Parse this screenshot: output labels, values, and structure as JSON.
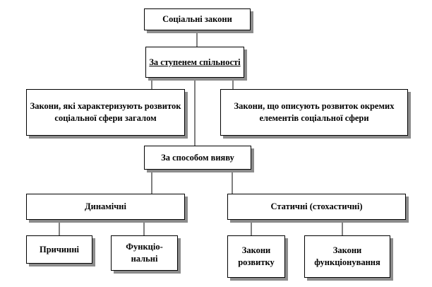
{
  "diagram": {
    "root": "Соціальні закони",
    "criterion_degree": "За ступенем спільності",
    "degree_general": "Закони, які характеризують розвиток соціальної сфери загалом",
    "degree_elements": "Закони, що описують розвиток окремих елементів соціальної сфери",
    "criterion_manifestation": "За способом вияву",
    "dynamic": "Динамічні",
    "static": "Статичні (стохастичні)",
    "causal": "Причинні",
    "functional": "Функціо-нальні",
    "development": "Закони розвитку",
    "functioning": "Закони функціонування"
  }
}
